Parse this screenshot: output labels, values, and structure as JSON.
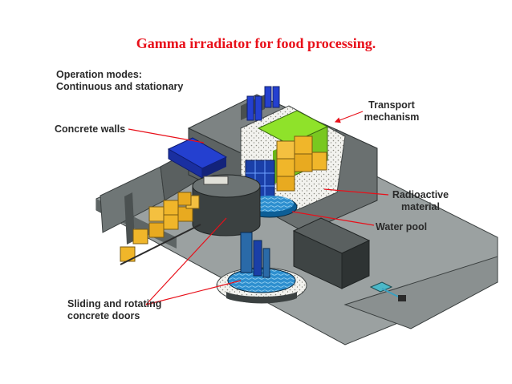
{
  "title": "Gamma irradiator for food processing.",
  "labels": {
    "operation_modes": [
      "Operation modes:",
      "Continuous and stationary"
    ],
    "concrete_walls": "Concrete walls",
    "transport": [
      "Transport",
      "mechanism"
    ],
    "radioactive": [
      "Radioactive",
      "material"
    ],
    "water_pool": "Water pool",
    "doors": [
      "Sliding and rotating",
      "concrete doors"
    ]
  },
  "colors": {
    "title": "#e8101a",
    "pointer": "#e8101a",
    "concrete": "#6c7373",
    "concrete_dark": "#3e4444",
    "floor": "#9aa0a0",
    "boxes": "#f0b62a",
    "conveyor_green": "#8fe22a",
    "water": "#3aa0d8",
    "rack_blue": "#1a3fa8",
    "tank_blue": "#2440d0"
  }
}
